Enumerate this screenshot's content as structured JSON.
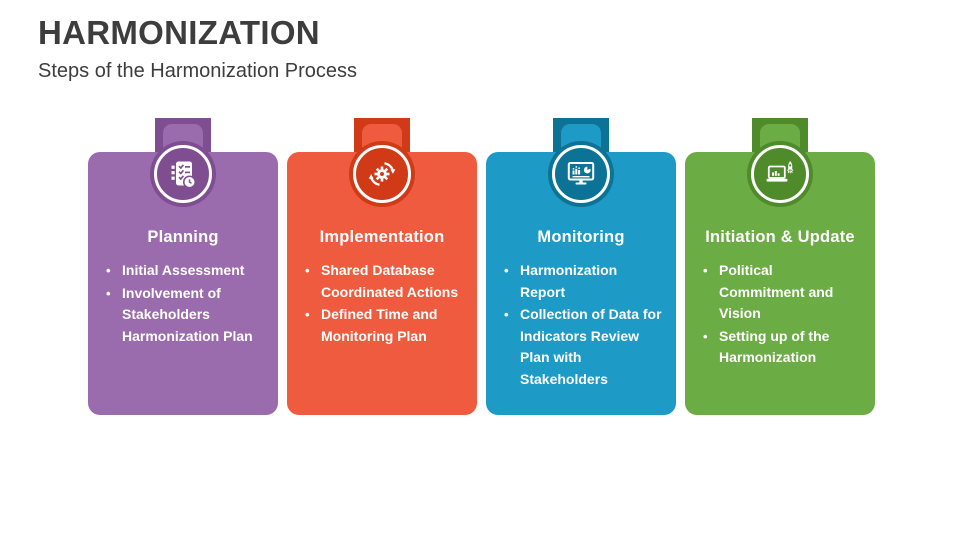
{
  "slide": {
    "title": "HARMONIZATION",
    "subtitle": "Steps of the Harmonization Process",
    "title_color": "#3d3d3d",
    "background": "#ffffff"
  },
  "cards": [
    {
      "title": "Planning",
      "icon": "checklist-clock-icon",
      "color_main": "#9B6CAD",
      "color_dark": "#7E4E91",
      "bullets": [
        "Initial Assessment",
        "Involvement of Stakeholders Harmonization Plan"
      ]
    },
    {
      "title": "Implementation",
      "icon": "sync-gear-icon",
      "color_main": "#EF5B3E",
      "color_dark": "#D13A17",
      "bullets": [
        "Shared Database Coordinated Actions",
        "Defined Time and Monitoring Plan"
      ]
    },
    {
      "title": "Monitoring",
      "icon": "monitor-analytics-icon",
      "color_main": "#1E9AC6",
      "color_dark": "#0D7396",
      "bullets": [
        "Harmonization Report",
        "Collection of Data for Indicators Review Plan with Stakeholders"
      ]
    },
    {
      "title": "Initiation & Update",
      "icon": "laptop-rocket-icon",
      "color_main": "#6CAC45",
      "color_dark": "#4F8A2B",
      "bullets": [
        "Political Commitment and Vision",
        "Setting up of the Harmonization"
      ]
    }
  ]
}
